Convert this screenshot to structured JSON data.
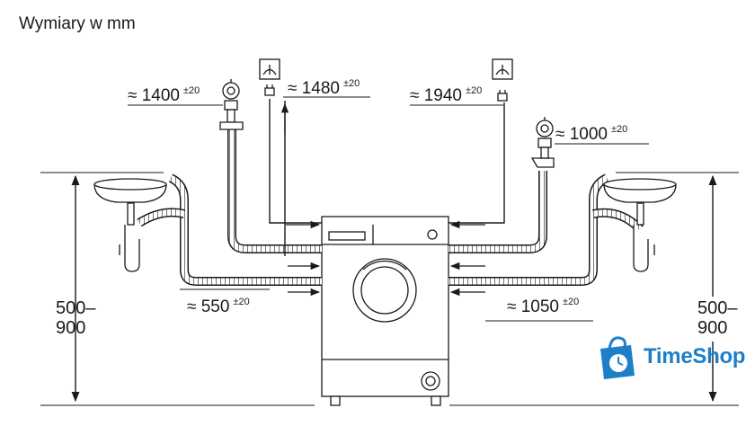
{
  "title": "Wymiary w mm",
  "dimensions": {
    "drain_left": {
      "prefix": "≈",
      "value": "1400",
      "tolerance": "±20"
    },
    "power_left": {
      "prefix": "≈",
      "value": "1480",
      "tolerance": "±20"
    },
    "power_right": {
      "prefix": "≈",
      "value": "1940",
      "tolerance": "±20"
    },
    "drain_right": {
      "prefix": "≈",
      "value": "1000",
      "tolerance": "±20"
    },
    "hose_left": {
      "prefix": "≈",
      "value": "550",
      "tolerance": "±20"
    },
    "hose_right": {
      "prefix": "≈",
      "value": "1050",
      "tolerance": "±20"
    }
  },
  "heights": {
    "left": {
      "line1": "500–",
      "line2": "900"
    },
    "right": {
      "line1": "500–",
      "line2": "900"
    }
  },
  "watermark": {
    "brand": "TimeShop",
    "color": "#1d7fc8"
  },
  "colors": {
    "line": "#1a1a1a",
    "hose_fill": "#ffffff"
  }
}
